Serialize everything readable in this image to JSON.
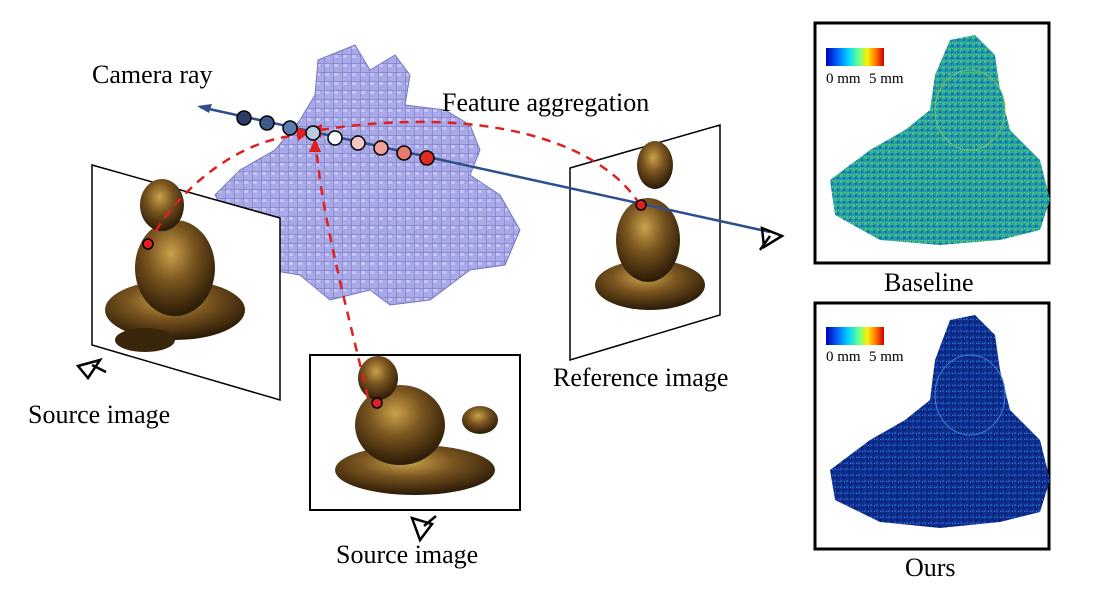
{
  "labels": {
    "camera_ray": "Camera ray",
    "feature_aggregation": "Feature aggregation",
    "source_image_left": "Source image",
    "source_image_bottom": "Source image",
    "reference_image": "Reference image",
    "baseline": "Baseline",
    "ours": "Ours"
  },
  "colorbar": {
    "min_label": "0 mm",
    "max_label": "5 mm",
    "colors": [
      "#0000b4",
      "#0064ff",
      "#00d2ff",
      "#5aff9a",
      "#fff000",
      "#ff6a00",
      "#c80000"
    ]
  },
  "ray_sample_colors": [
    "#2c3e66",
    "#3d5a8a",
    "#5b7fb0",
    "#b7cde4",
    "#ffffff",
    "#f6c6c2",
    "#eea198",
    "#e57a6f",
    "#e02a22"
  ],
  "colors": {
    "ray": "#2f4f8c",
    "dashed_arrow": "#e02020",
    "voxel": "#a8a8e6",
    "voxel_dark": "#6f6fb8",
    "statue": "#6b4a1a"
  }
}
